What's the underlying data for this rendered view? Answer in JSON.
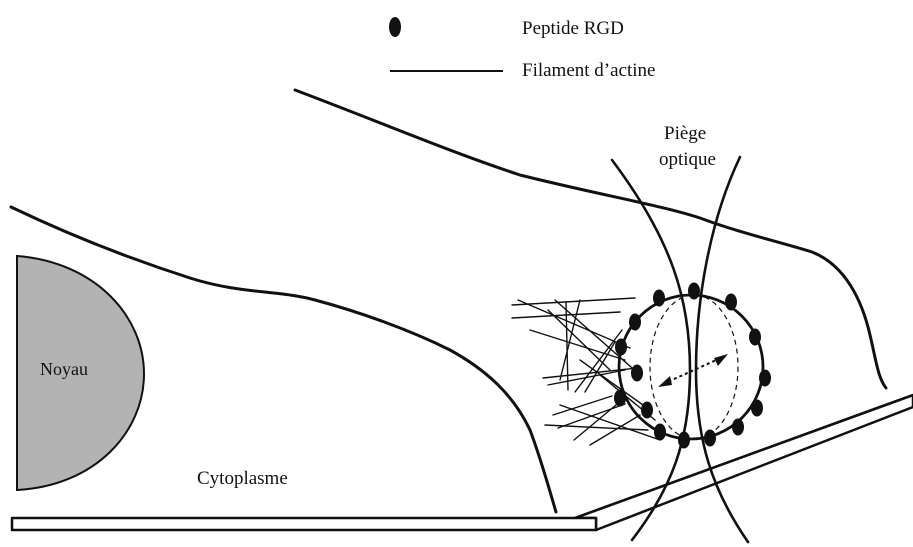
{
  "legend": {
    "rgd_label": "Peptide RGD",
    "actin_label": "Filament d’actine"
  },
  "labels": {
    "trap_line1": "Piège",
    "trap_line2": "optique",
    "nucleus": "Noyau",
    "cytoplasm": "Cytoplasme"
  },
  "colors": {
    "nucleus_fill": "#b3b3b3",
    "stroke": "#111111",
    "background": "#ffffff"
  }
}
